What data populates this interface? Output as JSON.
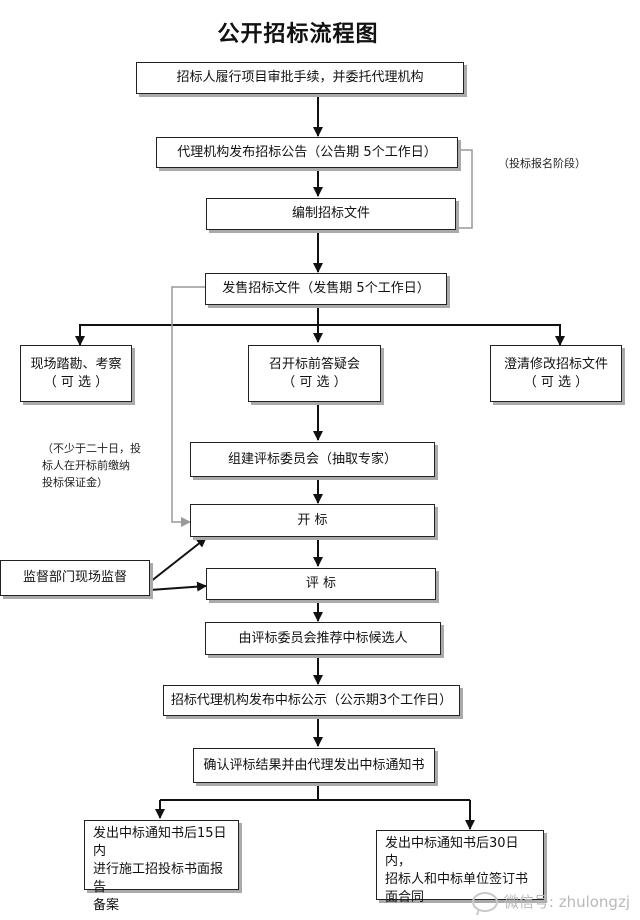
{
  "title": "公开招标流程图",
  "steps": {
    "s1": "招标人履行项目审批手续，并委托代理机构",
    "s2": "代理机构发布招标公告（公告期 5个工作日）",
    "s3": "编制招标文件",
    "s4": "发售招标文件（发售期 5个工作日）",
    "opt_left": [
      "现场踏勘、考察",
      "（   可    选   ）"
    ],
    "opt_mid": [
      "召开标前答疑会",
      "（   可    选   ）"
    ],
    "opt_right": [
      "澄清修改招标文件",
      "（   可    选   ）"
    ],
    "s5": "组建评标委员会（抽取专家）",
    "s6": "开        标",
    "s7": "评        标",
    "s8": "由评标委员会推荐中标候选人",
    "s9": "招标代理机构发布中标公示（公示期3个工作日）",
    "s10": "确认评标结果并由代理发出中标通知书",
    "end_left": [
      "发出中标通知书后15日内",
      "进行施工招投标书面报告",
      "备案"
    ],
    "end_right": [
      "发出中标通知书后30日内，",
      "招标人和中标单位签订书",
      "面合同"
    ]
  },
  "notes": {
    "bidding_stage": "（投标报名阶段）",
    "deposit": [
      "（不少于二十日，投",
      "标人在开标前缴纳",
      "投标保证金）"
    ],
    "supervision": "监督部门现场监督"
  },
  "watermark": "微信号: zhulongzj"
}
